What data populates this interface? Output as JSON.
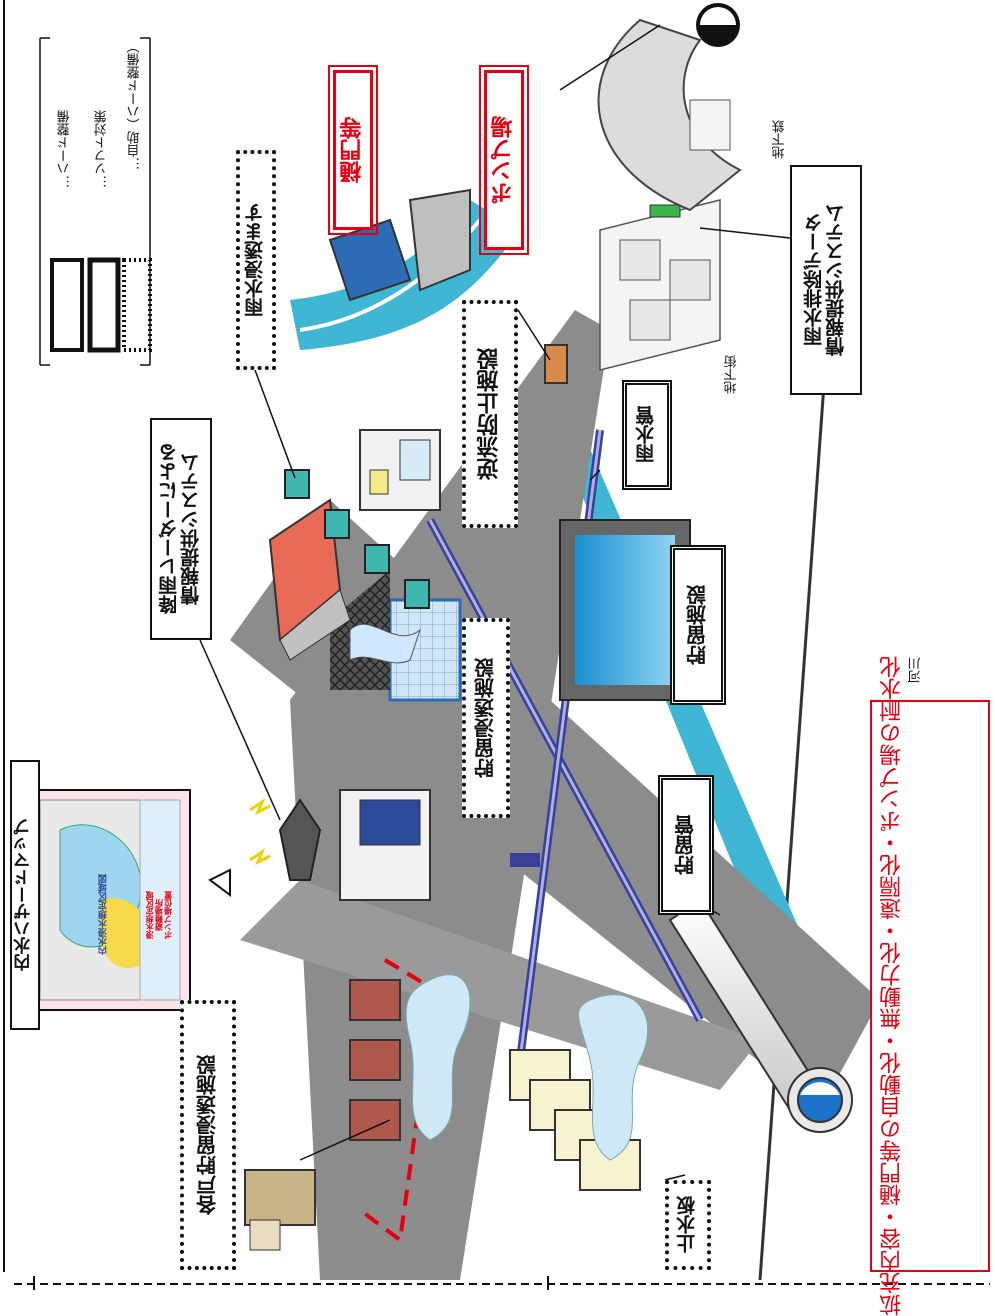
{
  "legend": {
    "hard": "…ハード整備",
    "soft": "…ソフト対策",
    "self": "…自助（ハード整備）"
  },
  "labels": {
    "hazard_map": "内水ハザードマップ",
    "radar": "降雨レーダーによる\n情報提供システム",
    "infiltration_basin": "雨水浸透ます",
    "floodgate": "樋門等",
    "pump_station": "ポンプ場",
    "backflow": "逆流防止施設",
    "drainage_data": "雨水排除データ\n情報提供システム",
    "storage_infiltration": "貯留浸透施設",
    "storm_pipe": "雨水管",
    "storage_facility": "貯留施設",
    "storage_pipe": "貯留管",
    "household_storage": "各戸貯留浸透施設",
    "water_stop_board": "止水板",
    "subway": "地下鉄",
    "underground_mall": "地下街",
    "river": "河川"
  },
  "expansion": {
    "title": "拡充内容",
    "item1": "・樋門等の自動化・無動力化・遠隔化",
    "item2": "・ポンプ場の耐水化"
  },
  "hazard_map_inner": {
    "legend_title": "内水浸水想定区域図",
    "legend_lines": "浸水想定区域\n避難場所\nポンプ場位置"
  },
  "colors": {
    "red_accent": "#e60012",
    "river_blue": "#3fb6d3",
    "road_gray": "#8c8c8c",
    "pipe_blue": "#3a3f9a"
  }
}
